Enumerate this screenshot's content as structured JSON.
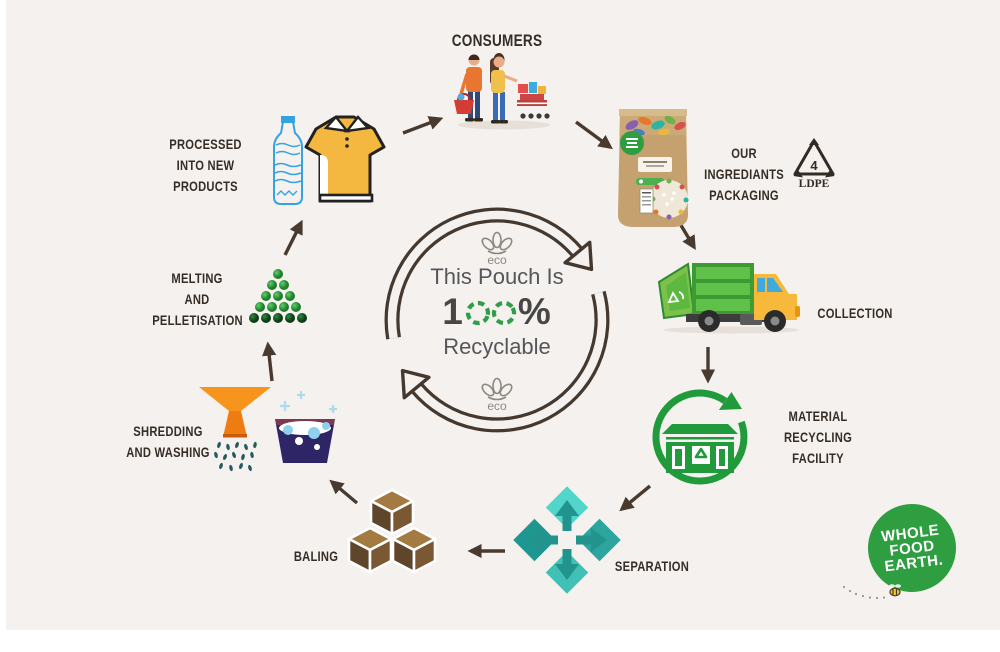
{
  "canvas": {
    "page_bg": "#ffffff",
    "panel_bg": "#f5f1ee"
  },
  "center": {
    "line1": "This Pouch Is",
    "percent_prefix": "1",
    "percent_suffix": "%",
    "line3": "Recyclable",
    "eco_label": "eco",
    "ring_color": "#44382f",
    "accent_green": "#2f9e48",
    "text_color": "#55565a"
  },
  "steps": {
    "consumers": {
      "label": "CONSUMERS",
      "icon": "shoppers-with-cart-illustration"
    },
    "packaging": {
      "line1": "OUR INGREDIANTS",
      "line2": "PACKAGING",
      "icon": "kraft-pouch",
      "ldpe": {
        "number": "4",
        "label": "LDPE",
        "icon": "recycling-triangle-symbol"
      }
    },
    "collection": {
      "label": "COLLECTION",
      "icon": "garbage-truck-illustration"
    },
    "mrf": {
      "line1": "MATERIAL",
      "line2": "RECYCLING",
      "line3": "FACILITY",
      "icon": "recycling-facility-circle-icon"
    },
    "separation": {
      "label": "SEPARATION",
      "icon": "four-way-arrows-diamond-icon"
    },
    "baling": {
      "label": "BALING",
      "icon": "stacked-bales-cubes-icon"
    },
    "shredding": {
      "line1": "SHREDDING",
      "line2": "AND WASHING",
      "icon": "funnel-and-wash-basin-icon"
    },
    "melting": {
      "line1": "MELTING",
      "line2": "AND",
      "line3": "PELLETISATION",
      "icon": "pellet-pyramid-icon"
    },
    "processed": {
      "line1": "PROCESSED",
      "line2": "INTO NEW PRODUCTS",
      "icon": "bottle-and-tshirt-icon"
    }
  },
  "logo": {
    "line1": "WHOLE",
    "line2": "FOOD",
    "line3": "EARTH.",
    "bg_color": "#2f9e41",
    "text_color": "#ffffff",
    "icon": "whole-food-earth-logo"
  },
  "colors": {
    "label_text": "#352d26",
    "connector_arrow": "#493a2f",
    "truck_green": "#4daf3e",
    "truck_cab_yellow": "#f6b93b",
    "mrf_green": "#219a3c",
    "separation_teal": "#35b5ab",
    "baling_brown": "#7a5833",
    "funnel_orange": "#f07f13",
    "basin_navy": "#2e2566",
    "pellet_green": "#2f9e41",
    "bottle_blue": "#35a3e0",
    "polo_yellow": "#f4b840",
    "pouch_kraft": "#c4a16f"
  }
}
